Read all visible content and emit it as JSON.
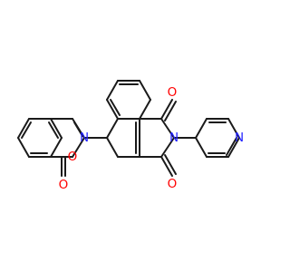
{
  "molecule": {
    "atoms": [
      {
        "id": "n_ox",
        "symbol": "N",
        "color": "#2020ff"
      },
      {
        "id": "o_ring",
        "symbol": "O",
        "color": "#ff0000"
      },
      {
        "id": "o_lactone",
        "symbol": "O",
        "color": "#ff0000"
      },
      {
        "id": "o_imide_top",
        "symbol": "O",
        "color": "#ff0000"
      },
      {
        "id": "o_imide_bottom",
        "symbol": "O",
        "color": "#ff0000"
      },
      {
        "id": "n_imide",
        "symbol": "N",
        "color": "#2020ff"
      },
      {
        "id": "n_pyridine",
        "symbol": "N",
        "color": "#2020ff"
      }
    ],
    "bond_color": "#1a1a1a",
    "background": "#ffffff"
  }
}
